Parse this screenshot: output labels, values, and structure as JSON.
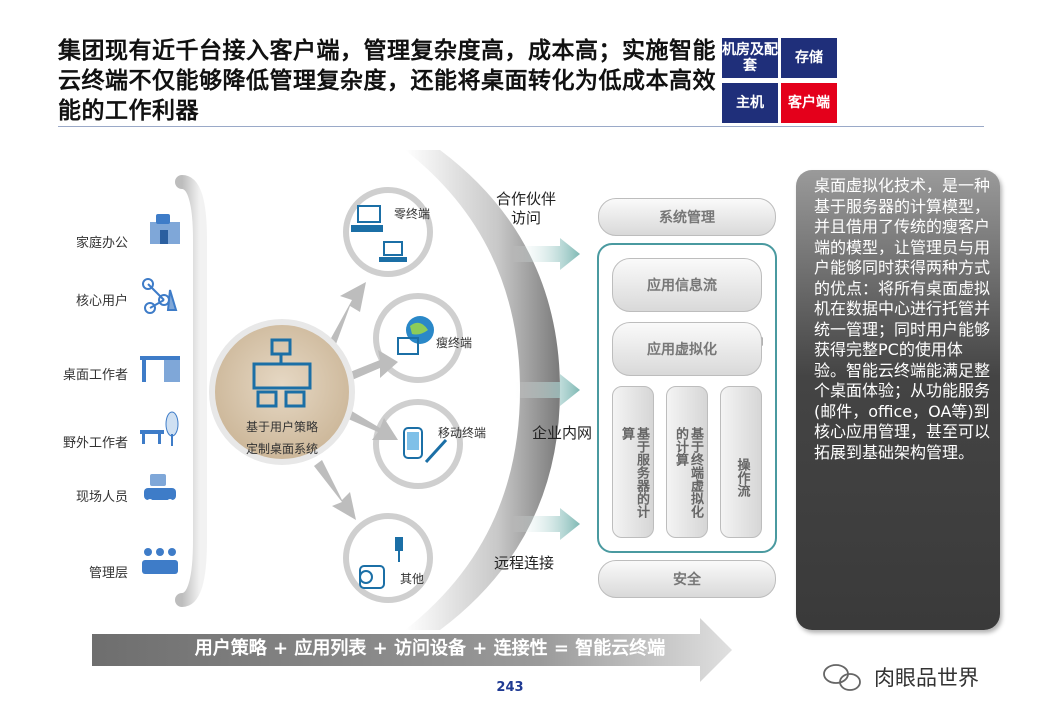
{
  "title": "集团现有近千台接入客户端，管理复杂度高，成本高；实施智能云终端不仅能够降低管理复杂度，还能将桌面转化为低成本高效能的工作利器",
  "legend": {
    "cells": [
      {
        "label": "机房及配套",
        "color": "#1f2f7a"
      },
      {
        "label": "存储",
        "color": "#1f2f7a"
      },
      {
        "label": "主机",
        "color": "#1f2f7a"
      },
      {
        "label": "客户端",
        "color": "#e4001b"
      }
    ]
  },
  "users": [
    "家庭办公",
    "核心用户",
    "桌面工作者",
    "野外工作者",
    "现场人员",
    "管理层"
  ],
  "center": {
    "line1": "基于用户策略",
    "line2": "定制桌面系统"
  },
  "devices": [
    "零终端",
    "瘦终端",
    "移动终端",
    "其他"
  ],
  "access": [
    "合作伙伴访问",
    "企业内网",
    "远程连接"
  ],
  "platform": {
    "system_mgmt": "系统管理",
    "app_stream": "应用信息流",
    "app_virt": "应用虚拟化",
    "compute_columns": [
      "基于服务器的计算",
      "基于终端虚拟化的计算",
      "操作流"
    ],
    "security": "安全"
  },
  "description": "桌面虚拟化技术，是一种基于服务器的计算模型，并且借用了传统的瘦客户端的模型，让管理员与用户能够同时获得两种方式的优点：将所有桌面虚拟机在数据中心进行托管并统一管理；同时用户能够获得完整PC的使用体验。智能云终端能满足整个桌面体验；从功能服务(邮件，office，OA等)到核心应用管理，甚至可以拓展到基础架构管理。",
  "formula": "用户策略 + 应用列表 + 访问设备 + 连接性 = 智能云终端",
  "page_number": "243",
  "watermark": "肉眼品世界"
}
